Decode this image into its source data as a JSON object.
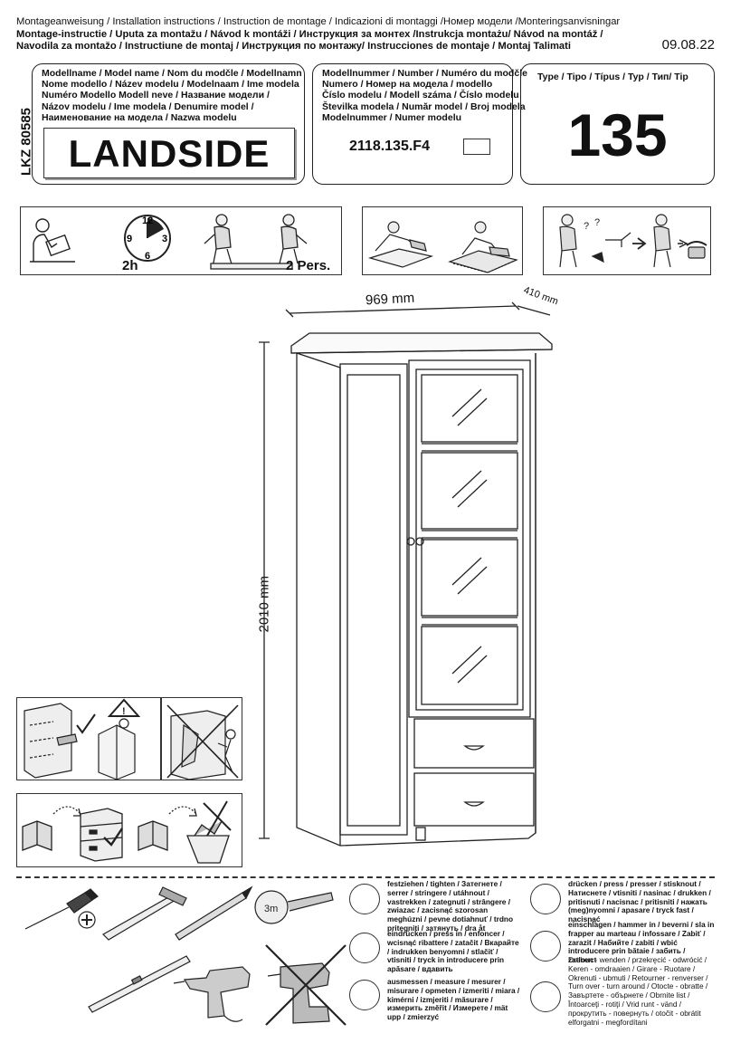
{
  "header": {
    "line1": "Montageanweisung   / Installation instructions / Instruction de montage / Indicazioni di montaggi /Номер модели /Monteringsanvisningar",
    "line2": "Montage-instructie / Uputa za montažu / Návod k montáži / Инструкция за монтех /Instrukcja montażu/ Návod na montáž /",
    "line3": "Navodila za montažo / Instructiune de montaj / Инструкция по монтажу/ Instrucciones de montaje / Montaj Talimati",
    "date": "09.08.22"
  },
  "side_code": "LKZ 80585",
  "model_name": {
    "label_lines": [
      "Modellname / Model name / Nom du modčle / Modellnamn",
      "Nome modello / Název modelu / Modelnaam / Ime modela",
      "Numéro Modello Modell neve /  Название модели /",
      "Názov modelu / Ime modela / Denumire model /",
      "Наименование на модела / Nazwa modelu"
    ],
    "value": "LANDSIDE"
  },
  "model_number": {
    "label_lines": [
      "Modellnummer / Number / Numéro du modčle",
      "Numero / Номер на модела  / modello",
      "Číslo modelu / Modell száma / Číslo modelu",
      "Številka modela / Număr model / Broj modela",
      "Modelnummer / Numer modelu"
    ],
    "value": "2118.135.F4"
  },
  "type": {
    "label": "Type / Tipo / Típus / Typ / Тип/ Tip",
    "value": "135"
  },
  "info": {
    "time": "2h",
    "persons": "2 Pers.",
    "clock_numbers": [
      "12",
      "3",
      "6",
      "9"
    ]
  },
  "dimensions": {
    "width": "969 mm",
    "depth": "410 mm",
    "height": "2010 mm"
  },
  "tools": {
    "tape_label": "3m"
  },
  "legend": [
    {
      "icon": "tighten-icon",
      "bold": "festziehen / tighten / Затегнете / serrer / stringere / utáhnout / vastrekken / zategnuti / strângere / zwiazac / zacisnąć szorosan meghúzni / pevne dotiahnuť / trdno pritegniti / затянуть / dra åt",
      "plain": ""
    },
    {
      "icon": "press-in-icon",
      "bold": "eindrücken / press in / enfoncer / wcisnąć ribattere / zatačit / Вкарайте / indrukken benyomni / stlačiť / vtisniti / tryck in introducere prin apăsare / вдавить",
      "plain": ""
    },
    {
      "icon": "measure-icon",
      "bold": "ausmessen / measure / mesurer / misurare / opmeten / izmeriti / miara / kimérni / izmjeriti / măsurare / измерить změřit / Измерете / mät upp / zmierzyć",
      "plain": ""
    },
    {
      "icon": "press-hand-icon",
      "bold": "drücken / press / presser / stisknout / Натиснете / vtisniti / nasinac / drukken / pritisnuti / nacisnac / pritisniti / нажать (meg)nyomni / apasare / tryck fast / nacisnąć",
      "plain": ""
    },
    {
      "icon": "hammer-in-icon",
      "bold": "einschlagen / hammer in / beverni / sla in frapper au marteau / infossare / Zabiť / zarazit / Набийте / zabiti / wbić introducere prin bătaie / забить / zatlouct",
      "plain": ""
    },
    {
      "icon": "turn-over-icon",
      "bold": "",
      "plain": "Drehen - wenden / przekręcić - odwrócić / Keren - omdraaien / Girare - Ruotare / Okrenuti - ubmuti / Retourner - renverser / Turn over - turn around / Otocte - obratte / Завъртете - обърнете / Obrnite list / Întoarceţi - rotiţi / Vrid runt - vänd / прокрутить - повернуть / otočit - obrátit elforgatni - megfordítani"
    }
  ]
}
